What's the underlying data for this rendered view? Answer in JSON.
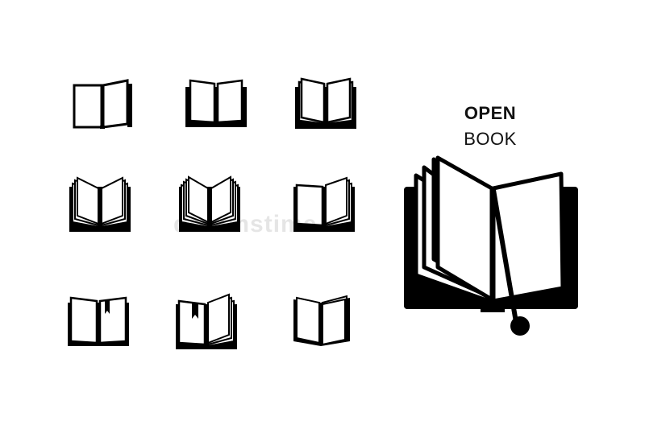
{
  "heading": {
    "line1": "OPEN",
    "line2": "BOOK"
  },
  "watermark": {
    "text": "dreamstime"
  },
  "colors": {
    "ink": "#000000",
    "paper": "#ffffff"
  },
  "icons": [
    {
      "name": "open-book-icon-1",
      "variant": "simple"
    },
    {
      "name": "open-book-icon-2",
      "variant": "cover"
    },
    {
      "name": "open-book-icon-3",
      "variant": "cover-gutter"
    },
    {
      "name": "open-book-icon-4",
      "variant": "stacked-pages"
    },
    {
      "name": "open-book-icon-5",
      "variant": "fanned-pages"
    },
    {
      "name": "open-book-icon-6",
      "variant": "right-stack"
    },
    {
      "name": "open-book-icon-7",
      "variant": "bookmark"
    },
    {
      "name": "open-book-icon-8",
      "variant": "bookmark-stack"
    },
    {
      "name": "open-book-icon-9",
      "variant": "tilted"
    },
    {
      "name": "open-book-large-icon",
      "variant": "large-bookmark"
    }
  ]
}
